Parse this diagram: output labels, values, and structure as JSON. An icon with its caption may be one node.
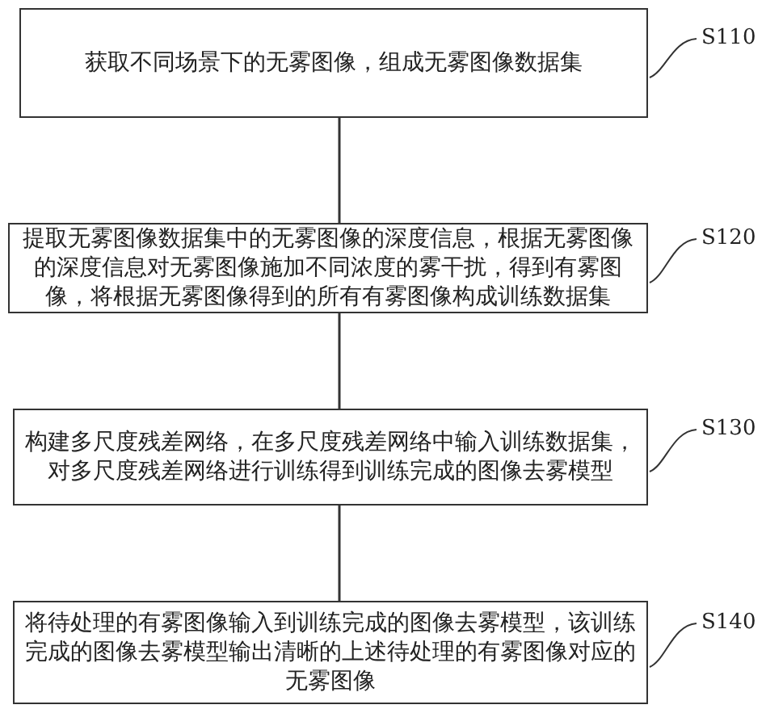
{
  "diagram": {
    "nodes": [
      {
        "text": [
          "获取不同场景下的无雾图像，组成无雾图像数据集"
        ]
      },
      {
        "text": [
          "提取无雾图像数据集中的无雾图像的深度信息，根据无雾图像的深度信息对无雾图像施加不同浓度的雾干扰，得到有雾图像，将根据无雾图像得到的所有有雾图像构成训练数据集"
        ]
      },
      {
        "text": [
          "构建多尺度残差网络，在多尺度残差网络中输入训练数据集，对多尺度残差网络进行训练得到训练完成的图像去雾模型"
        ]
      },
      {
        "text": [
          "将待处理的有雾图像输入到训练完成的图像去雾模型，该训练完成的图像去雾模型输出清晰的上述待处理的有雾图像对应的无雾图像"
        ]
      },
      {
        "text": [
          "S110"
        ]
      },
      {
        "text": [
          "S120"
        ]
      },
      {
        "text": [
          "S130"
        ]
      },
      {
        "text": [
          "S140"
        ]
      }
    ],
    "edges": [
      {
        "from": 0,
        "to": 1,
        "arrow": "none"
      },
      {
        "from": 1,
        "to": 2,
        "arrow": "none"
      },
      {
        "from": 2,
        "to": 3,
        "arrow": "none"
      },
      {
        "from": 0,
        "to": 4,
        "arrow": "none"
      },
      {
        "from": 1,
        "to": 5,
        "arrow": "none"
      },
      {
        "from": 2,
        "to": 6,
        "arrow": "none"
      },
      {
        "from": 3,
        "to": 7,
        "arrow": "none"
      }
    ]
  }
}
